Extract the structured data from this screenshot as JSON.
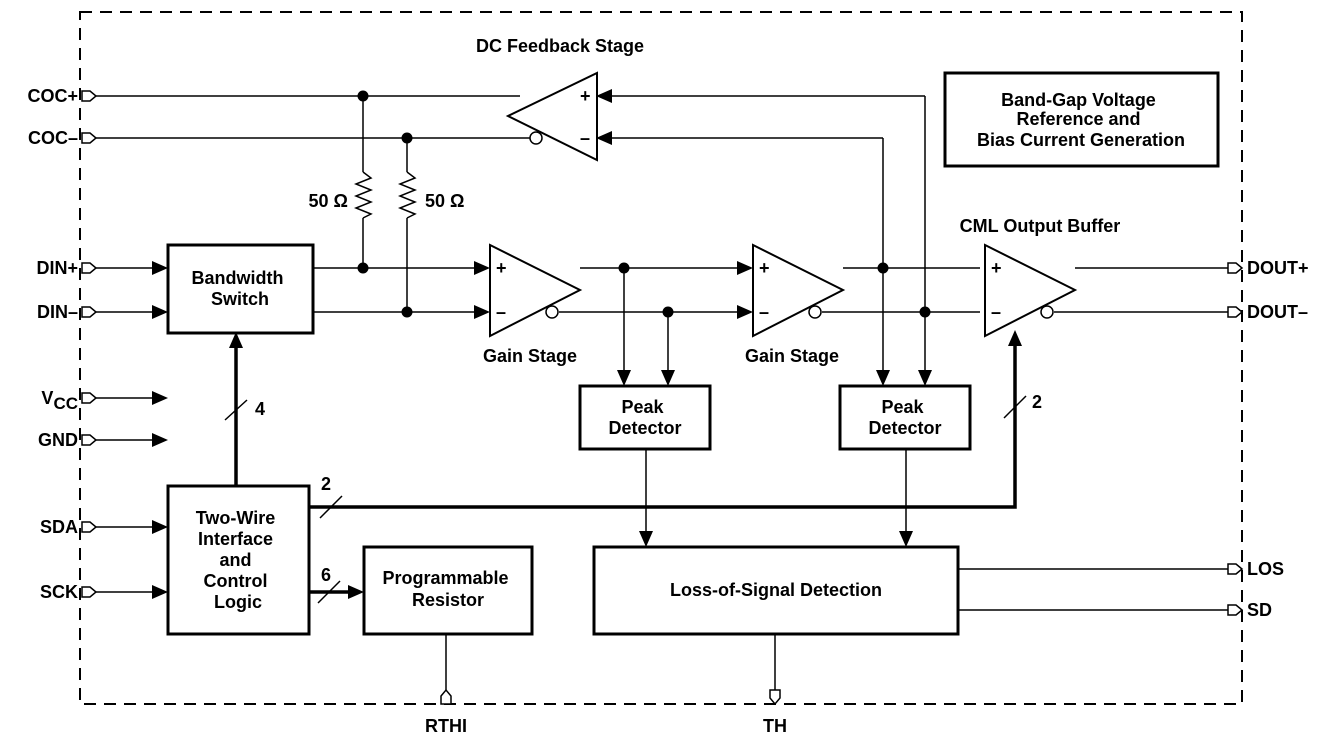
{
  "titles": {
    "dc_feedback": "DC Feedback Stage",
    "cml_output": "CML Output Buffer",
    "gain_stage_1": "Gain Stage",
    "gain_stage_2": "Gain Stage"
  },
  "blocks": {
    "bandgap": [
      "Band-Gap Voltage",
      "Reference and",
      "Bias Current Generation"
    ],
    "bandwidth": [
      "Bandwidth",
      "Switch"
    ],
    "peak1": [
      "Peak",
      "Detector"
    ],
    "peak2": [
      "Peak",
      "Detector"
    ],
    "twowire": [
      "Two-Wire",
      "Interface",
      "and",
      "Control",
      "Logic"
    ],
    "progres": [
      "Programmable",
      "Resistor"
    ],
    "los": "Loss-of-Signal Detection"
  },
  "resistors": {
    "r1": "50 Ω",
    "r2": "50 Ω"
  },
  "pins": {
    "coc_plus": "COC+",
    "coc_minus": "COC–",
    "din_plus": "DIN+",
    "din_minus": "DIN–",
    "vcc_main": "V",
    "vcc_sub": "CC",
    "gnd": "GND",
    "sda": "SDA",
    "sck": "SCK",
    "dout_plus": "DOUT+",
    "dout_minus": "DOUT–",
    "los": "LOS",
    "sd": "SD",
    "rthi": "RTHI",
    "th": "TH"
  },
  "bus_widths": {
    "bw_bus": "4",
    "out_bus": "2",
    "ctrl_bus": "2",
    "res_bus": "6"
  },
  "amp_signs": {
    "plus": "+",
    "minus": "–"
  }
}
